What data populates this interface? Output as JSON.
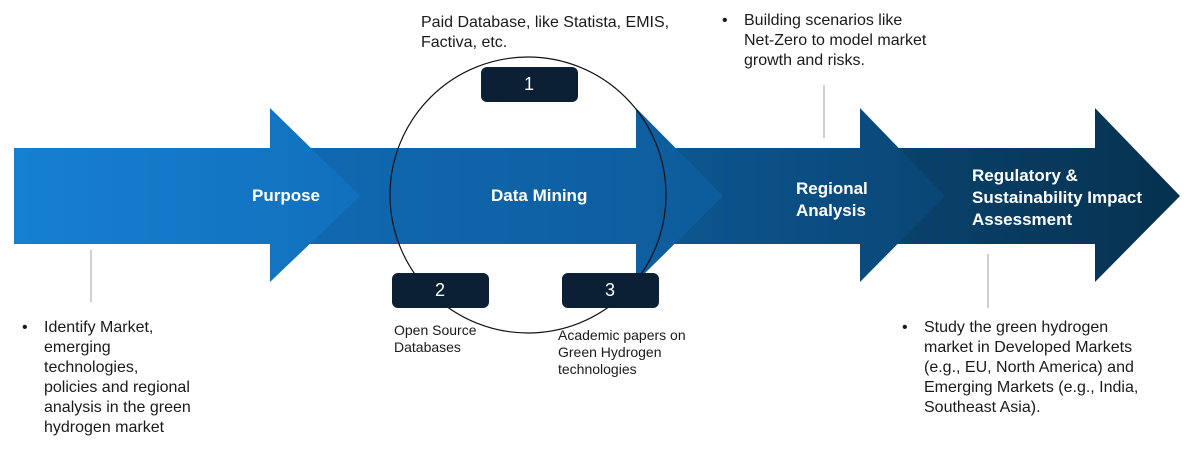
{
  "stages": [
    {
      "label": "Purpose"
    },
    {
      "label": "Data Mining"
    },
    {
      "label": "Regional Analysis"
    },
    {
      "label": "Regulatory & Sustainability Impact Assessment"
    }
  ],
  "sources": [
    {
      "number": "1",
      "caption": "Paid Database, like Statista, EMIS, Factiva, etc."
    },
    {
      "number": "2",
      "caption": "Open Source Databases"
    },
    {
      "number": "3",
      "caption": "Academic papers on Green Hydrogen technologies"
    }
  ],
  "notes": {
    "purpose": "Identify Market, emerging technologies, policies and regional analysis in the green hydrogen market",
    "regional": "Building  scenarios like Net-Zero  to model market growth and risks.",
    "regulatory": "Study the green hydrogen market in Developed Markets (e.g., EU, North America)  and Emerging Markets (e.g., India, Southeast Asia)."
  },
  "bullet_symbol": "•",
  "colors": {
    "arrow1": "#1278c8",
    "arrow2": "#0f63a9",
    "arrow3": "#0b4c80",
    "arrow4": "#083a5f",
    "badge": "#0b1f35",
    "connector": "#b0b0b0"
  }
}
